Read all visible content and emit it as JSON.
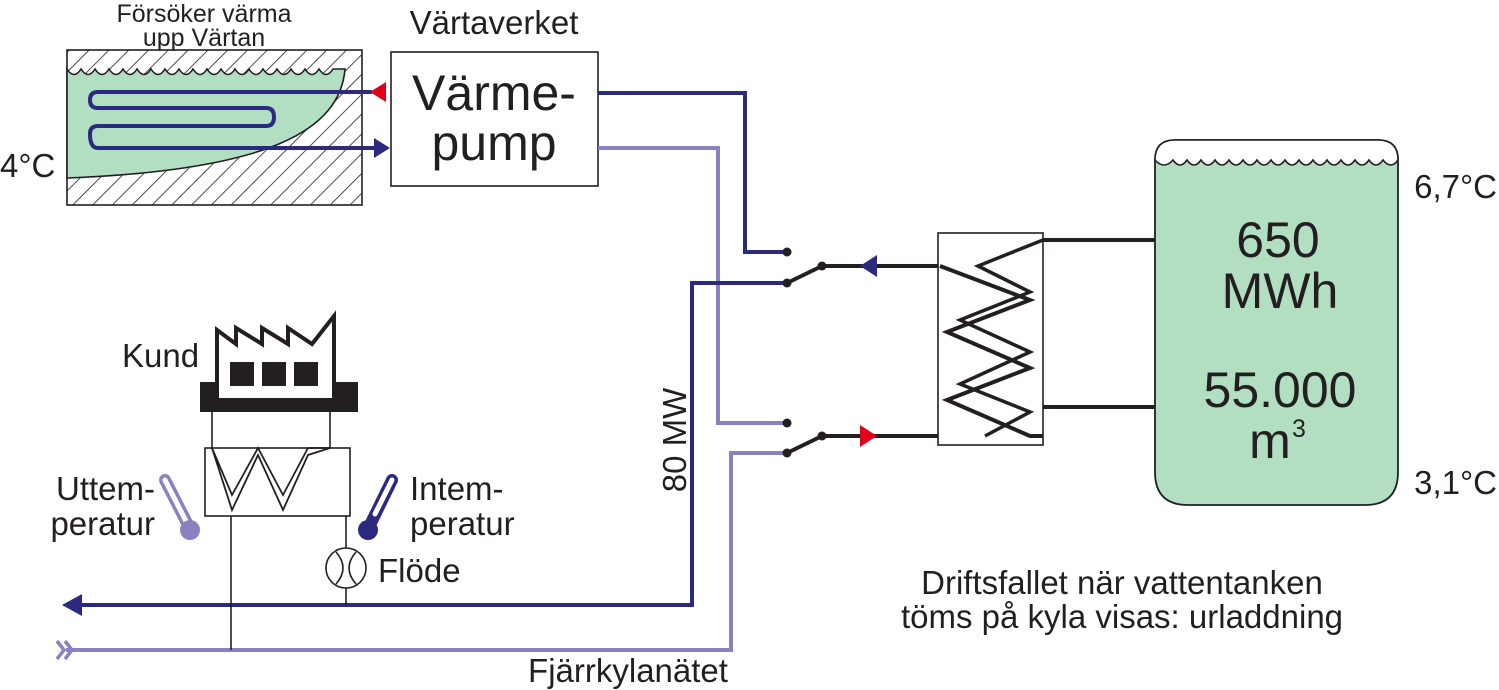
{
  "colors": {
    "water": "#b2dfc2",
    "dark_pipe": "#2b2a7e",
    "light_pipe": "#8a82c0",
    "black_pipe": "#231f20",
    "red_arrow": "#e1001a",
    "thermo_dark": "#2b2a7e",
    "thermo_light": "#8a82c0"
  },
  "lake": {
    "caption_line1": "Försöker värma",
    "caption_line2": "upp Värtan",
    "temperature": "4°C"
  },
  "plant": {
    "title": "Värtaverket",
    "heat_pump_line1": "Värme-",
    "heat_pump_line2": "pump"
  },
  "tank": {
    "energy_value": "650",
    "energy_unit": "MWh",
    "volume_value": "55.000",
    "volume_unit": "m",
    "volume_exponent": "3",
    "top_temperature": "6,7°C",
    "bottom_temperature": "3,1°C"
  },
  "pipe_label": "80 MW",
  "customer": {
    "label": "Kund",
    "outdoor_temp_line1": "Uttem-",
    "outdoor_temp_line2": "peratur",
    "indoor_temp_line1": "Intem-",
    "indoor_temp_line2": "peratur",
    "flow": "Flöde"
  },
  "network_label": "Fjärrkylanätet",
  "caption": {
    "line1": "Driftsfallet när vattentanken",
    "line2": "töms på kyla visas: urladdning"
  }
}
